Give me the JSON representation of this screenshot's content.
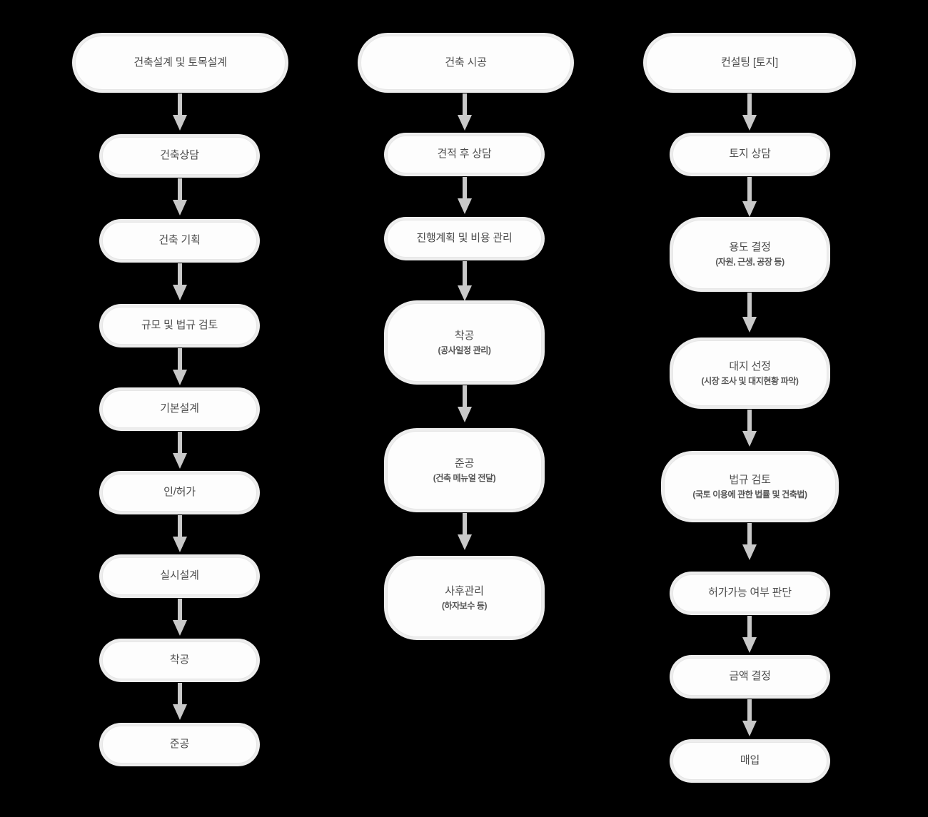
{
  "diagram": {
    "background_color": "#000000",
    "node_fill": "#fdfdfd",
    "node_border": "#e6e6e6",
    "arrow_color": "#c9c9c9",
    "text_color": "#4d4d4d",
    "columns": [
      {
        "id": "column-1",
        "header": {
          "label": "건축설계 및 토목설계"
        },
        "steps": [
          {
            "label": "건축상담",
            "sub": ""
          },
          {
            "label": "건축 기획",
            "sub": ""
          },
          {
            "label": "규모 및 법규 검토",
            "sub": ""
          },
          {
            "label": "기본설계",
            "sub": ""
          },
          {
            "label": "인/허가",
            "sub": ""
          },
          {
            "label": "실시설계",
            "sub": ""
          },
          {
            "label": "착공",
            "sub": ""
          },
          {
            "label": "준공",
            "sub": ""
          }
        ]
      },
      {
        "id": "column-2",
        "header": {
          "label": "건축 시공"
        },
        "steps": [
          {
            "label": "견적 후 상담",
            "sub": ""
          },
          {
            "label": "진행계획 및 비용 관리",
            "sub": ""
          },
          {
            "label": "착공",
            "sub": "(공사일정 관리)"
          },
          {
            "label": "준공",
            "sub": "(건축 메뉴얼 전달)"
          },
          {
            "label": "사후관리",
            "sub": "(하자보수 등)"
          }
        ]
      },
      {
        "id": "column-3",
        "header": {
          "label": "컨설팅 [토지]"
        },
        "steps": [
          {
            "label": "토지 상담",
            "sub": ""
          },
          {
            "label": "용도 결정",
            "sub": "(자원, 근생, 공장 등)"
          },
          {
            "label": "대지 선정",
            "sub": "(시장 조사 및 대지현황 파악)"
          },
          {
            "label": "법규 검토",
            "sub": "(국토 이용에 관한 법률 및 건축법)"
          },
          {
            "label": "허가가능 여부 판단",
            "sub": ""
          },
          {
            "label": "금액 결정",
            "sub": ""
          },
          {
            "label": "매입",
            "sub": ""
          }
        ]
      }
    ]
  }
}
